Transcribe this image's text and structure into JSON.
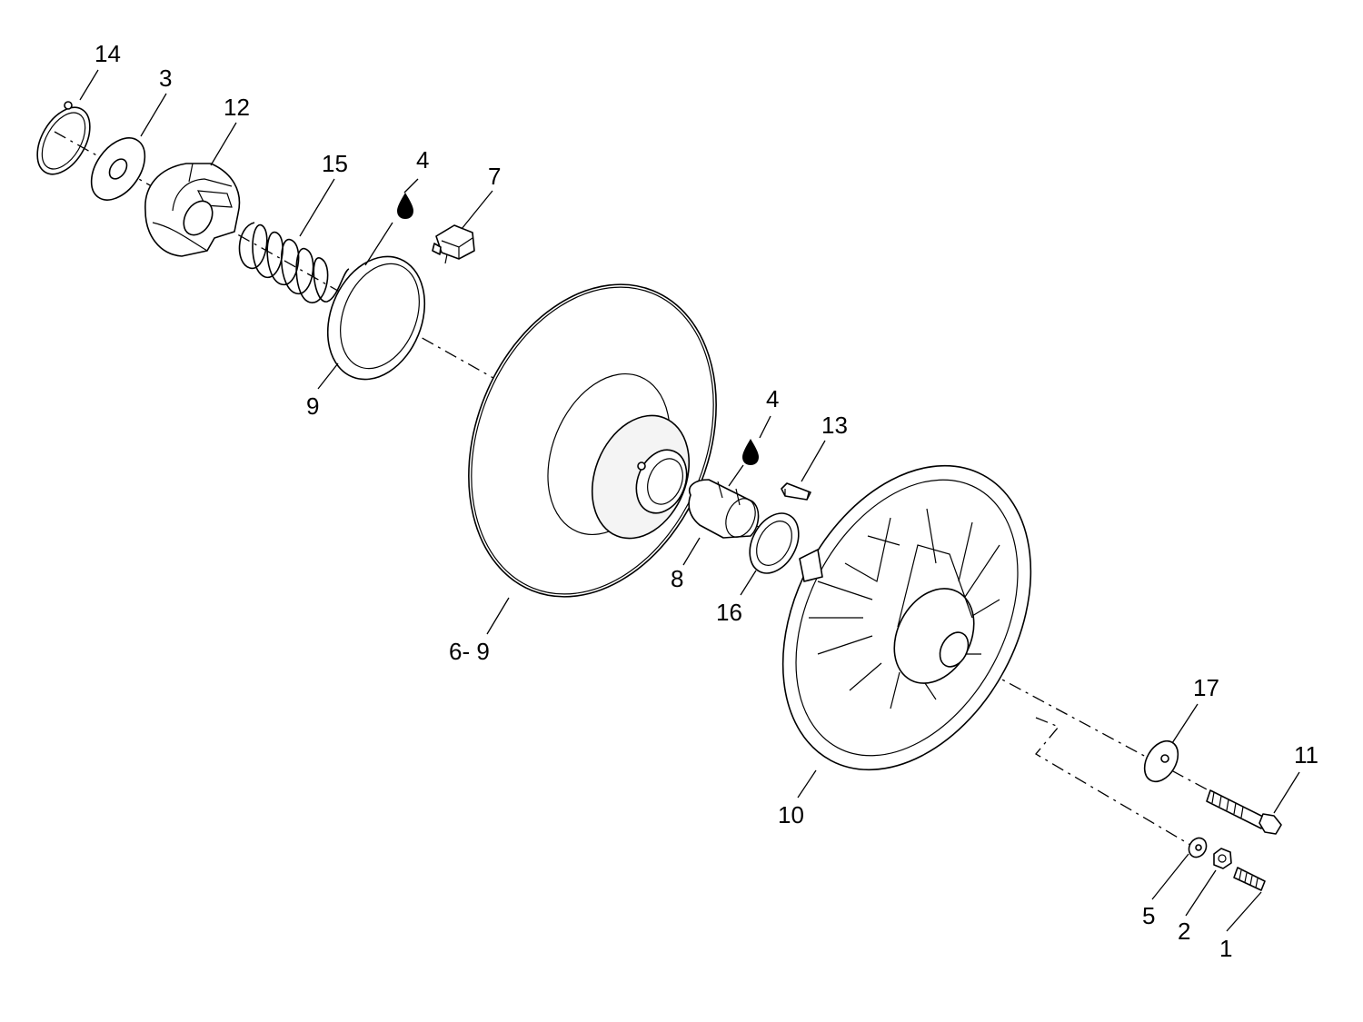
{
  "colors": {
    "line": "#000000",
    "background": "#ffffff"
  },
  "icons": {
    "lubricant": "oil-drop-icon"
  },
  "callouts": {
    "c14": "14",
    "c3": "3",
    "c12": "12",
    "c15": "15",
    "c4a": "4",
    "c7": "7",
    "c9": "9",
    "c4b": "4",
    "c13": "13",
    "c8": "8",
    "c16": "16",
    "c69": "6- 9",
    "c10": "10",
    "c17": "17",
    "c11": "11",
    "c5": "5",
    "c2": "2",
    "c1": "1"
  }
}
